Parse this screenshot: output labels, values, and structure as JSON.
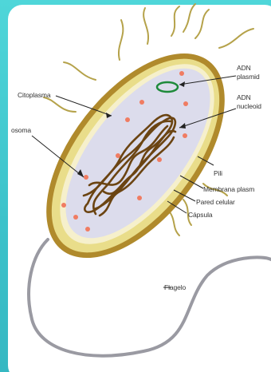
{
  "labels": {
    "adn_plasmido": "ADN\nplasmid",
    "adn_nucleoide": "ADN\nnucleoid",
    "citoplasma": "Citoplasma",
    "ribosoma": "osoma",
    "pili": "Pili",
    "membrana": "Membrana plasm",
    "pared": "Pared celular",
    "capsula": "Cápsula",
    "flagelo": "Flagelo"
  },
  "colors": {
    "frame": "#3cc2ca",
    "capsule": "#b08a2c",
    "cell_wall": "#e9dd8a",
    "membrane": "#f3ecc0",
    "cytoplasm": "#dcdcec",
    "dna": "#6b4412",
    "plasmid": "#1e8a3a",
    "ribosome": "#f07c62",
    "flagellum": "#9a9aa2"
  }
}
